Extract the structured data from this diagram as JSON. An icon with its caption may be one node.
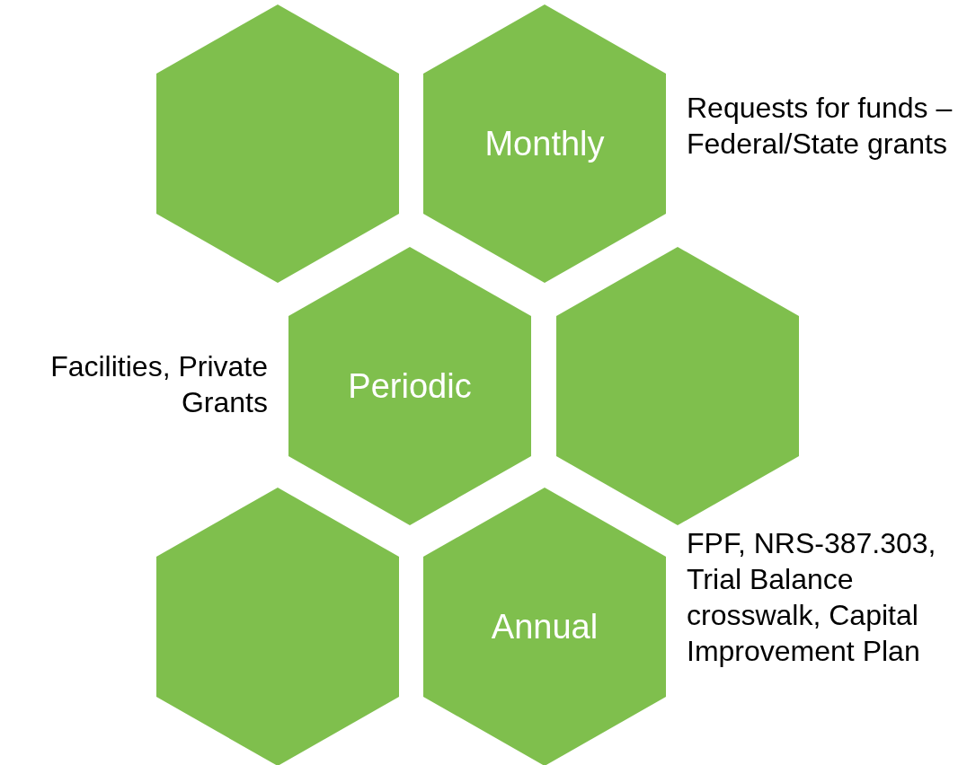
{
  "diagram": {
    "nodes": [
      {
        "text": [],
        "shape": "hexagon"
      },
      {
        "text": [
          "Monthly"
        ],
        "beside": [
          "Requests for funds – Federal/State grants"
        ]
      },
      {
        "text": [
          "Periodic"
        ],
        "beside": [
          "Facilities, Private Grants"
        ]
      },
      {
        "text": [],
        "shape": "hexagon"
      },
      {
        "text": [],
        "shape": "hexagon"
      },
      {
        "text": [
          "Annual"
        ],
        "beside": [
          "FPF, NRS-387.303, Trial Balance crosswalk, Capital Improvement Plan"
        ]
      }
    ]
  }
}
